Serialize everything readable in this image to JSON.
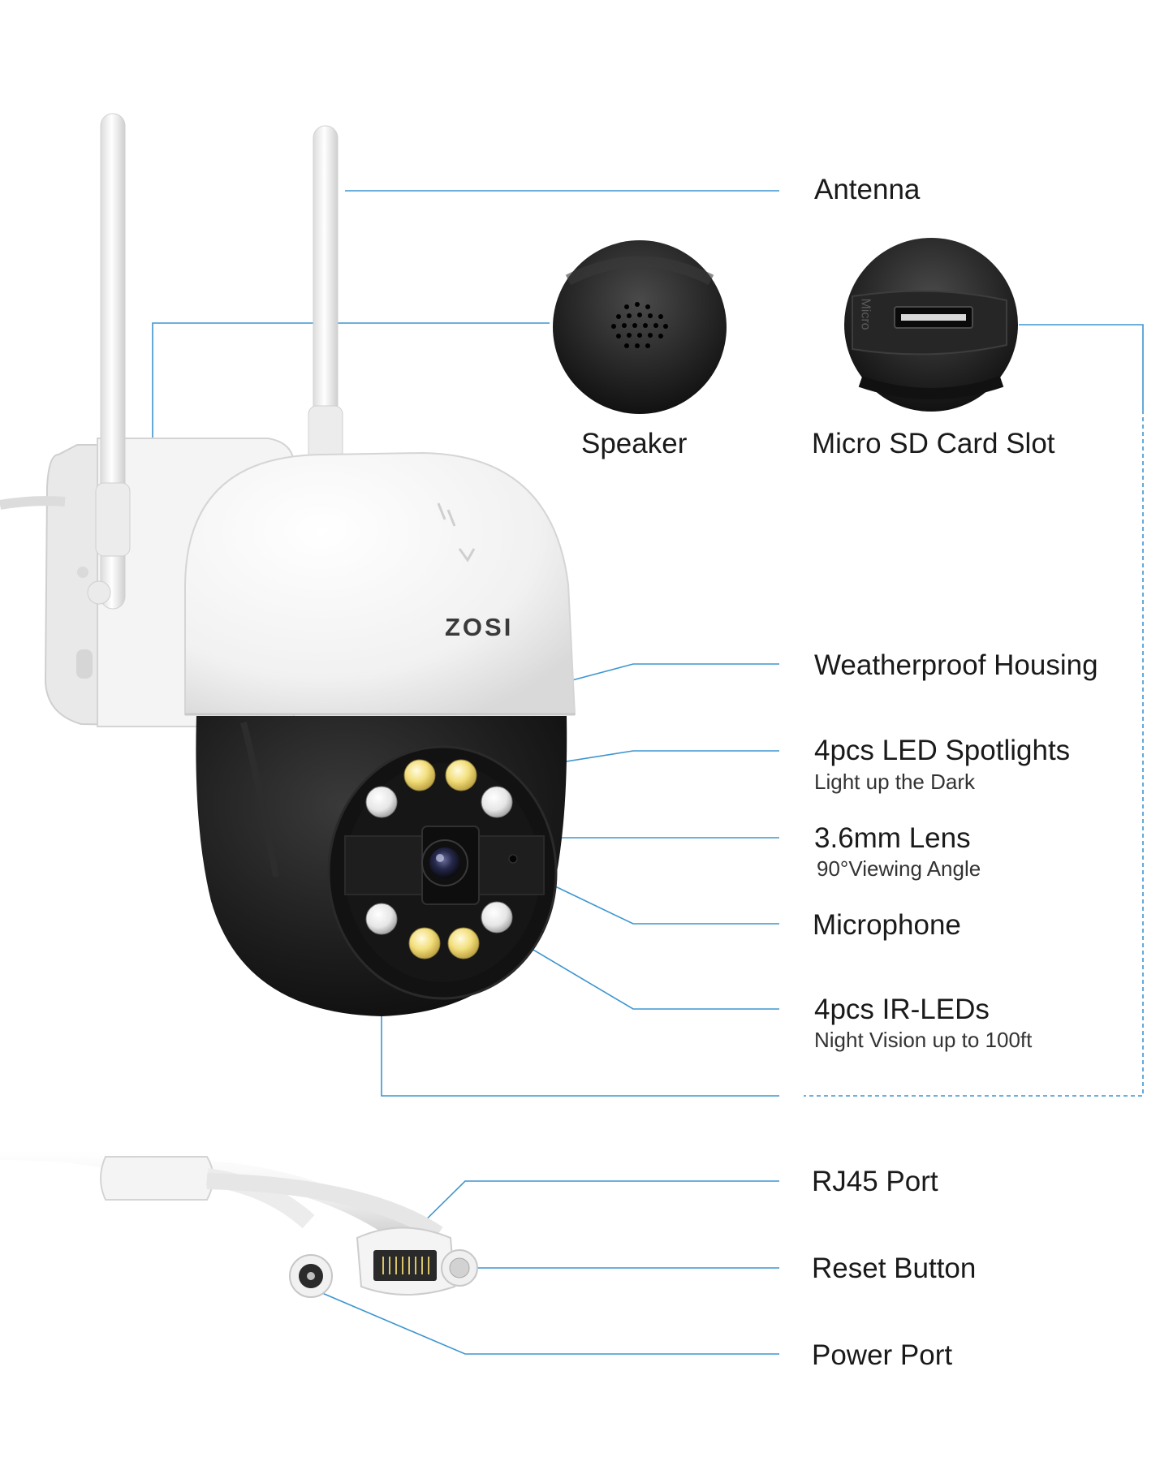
{
  "brand": "ZOSI",
  "colors": {
    "leader_line": "#3d95cf",
    "housing_white": "#f3f3f3",
    "body_black": "#1b1b1b",
    "warm_led": "#f2de7a",
    "ir_led": "#e8e8e8"
  },
  "callouts": {
    "antenna": {
      "title": "Antenna"
    },
    "speaker": {
      "title": "Speaker"
    },
    "sd_slot": {
      "title": "Micro SD Card Slot",
      "slot_text": "Micro"
    },
    "housing": {
      "title": "Weatherproof Housing"
    },
    "spotlights": {
      "title": "4pcs LED Spotlights",
      "subtitle": "Light up the Dark"
    },
    "lens": {
      "title": "3.6mm Lens",
      "subtitle": "90°Viewing Angle"
    },
    "microphone": {
      "title": "Microphone"
    },
    "ir_leds": {
      "title": "4pcs IR-LEDs",
      "subtitle": "Night Vision up to 100ft"
    },
    "rj45": {
      "title": "RJ45 Port"
    },
    "reset": {
      "title": "Reset Button"
    },
    "power": {
      "title": "Power Port"
    }
  }
}
